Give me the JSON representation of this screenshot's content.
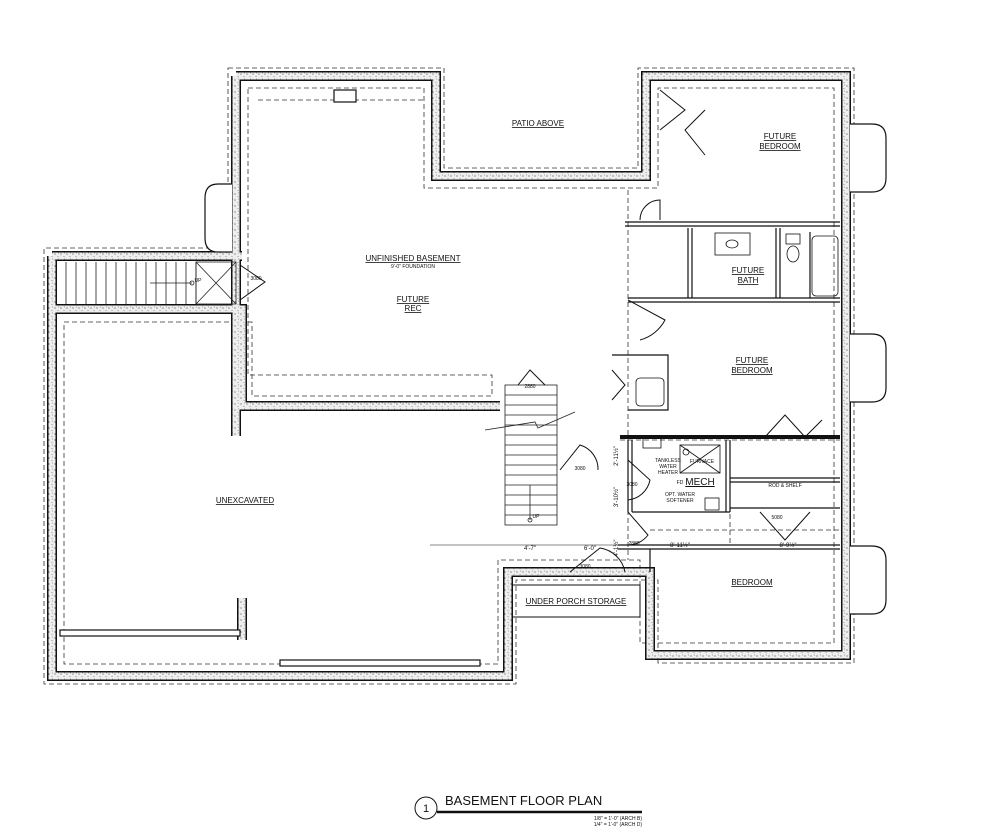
{
  "rooms": {
    "patio": "PATIO ABOVE",
    "future_bedroom_1": [
      "FUTURE",
      "BEDROOM"
    ],
    "unfinished_basement": "UNFINISHED BASEMENT",
    "foundation_note": "9'-0\" FOUNDATION",
    "future_rec": [
      "FUTURE",
      "REC"
    ],
    "future_bath": [
      "FUTURE",
      "BATH"
    ],
    "future_bedroom_2": [
      "FUTURE",
      "BEDROOM"
    ],
    "unexcavated": "UNEXCAVATED",
    "mech": "MECH",
    "bedroom": "BEDROOM",
    "under_porch_storage": "UNDER PORCH STORAGE"
  },
  "notes": {
    "tankless": [
      "TANKLESS",
      "WATER",
      "HEATER"
    ],
    "fd": "FD",
    "softener": [
      "OPT. WATER",
      "SOFTENER"
    ],
    "furnace": "FURNACE",
    "rod_shelf": "ROD & SHELF",
    "up_1": "UP",
    "up_2": "UP"
  },
  "doors": [
    "3080",
    "2880",
    "3080",
    "3080",
    "2880",
    "3080",
    "5080"
  ],
  "dimensions": [
    "2'-11½\"",
    "3'-10½\"",
    "4'-1½\"",
    "4'-7\"",
    "6'-0\"",
    "8'-11½\"",
    "8'-9½\""
  ],
  "title_block": {
    "number": "1",
    "title": "BASEMENT FLOOR PLAN",
    "scale_1": "1/8\" = 1'-0\" (ARCH B)",
    "scale_2": "1/4\" = 1'-0\" (ARCH D)"
  }
}
